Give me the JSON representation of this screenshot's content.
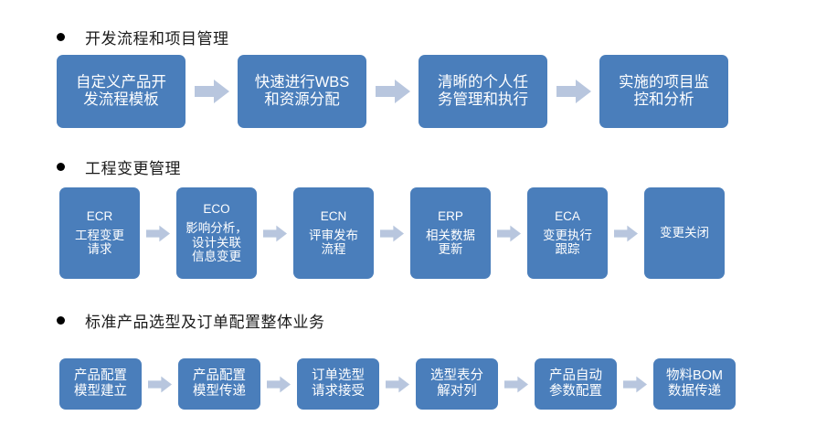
{
  "colors": {
    "node_fill": "#4A7EBB",
    "arrow_fill": "#B8C6DE",
    "heading_text": "#1a1a1a",
    "node_text": "#ffffff",
    "background": "#ffffff"
  },
  "sections": [
    {
      "heading": "开发流程和项目管理",
      "nodes": [
        {
          "lines": [
            "自定义产品开",
            "发流程模板"
          ]
        },
        {
          "lines": [
            "快速进行WBS",
            "和资源分配"
          ]
        },
        {
          "lines": [
            "清晰的个人任",
            "务管理和执行"
          ]
        },
        {
          "lines": [
            "实施的项目监",
            "控和分析"
          ]
        }
      ]
    },
    {
      "heading": "工程变更管理",
      "nodes": [
        {
          "code": "ECR",
          "lines": [
            "工程变更",
            "请求"
          ]
        },
        {
          "code": "ECO",
          "lines": [
            "影响分析，",
            "设计关联",
            "信息变更"
          ]
        },
        {
          "code": "ECN",
          "lines": [
            "评审发布",
            "流程"
          ]
        },
        {
          "code": "ERP",
          "lines": [
            "相关数据",
            "更新"
          ]
        },
        {
          "code": "ECA",
          "lines": [
            "变更执行",
            "跟踪"
          ]
        },
        {
          "code": "",
          "lines": [
            "变更关闭"
          ]
        }
      ]
    },
    {
      "heading": "标准产品选型及订单配置整体业务",
      "nodes": [
        {
          "lines": [
            "产品配置",
            "模型建立"
          ]
        },
        {
          "lines": [
            "产品配置",
            "模型传递"
          ]
        },
        {
          "lines": [
            "订单选型",
            "请求接受"
          ]
        },
        {
          "lines": [
            "选型表分",
            "解对列"
          ]
        },
        {
          "lines": [
            "产品自动",
            "参数配置"
          ]
        },
        {
          "lines": [
            "物料BOM",
            "数据传递"
          ]
        }
      ]
    }
  ],
  "icons": {
    "bullet": "bullet-point-icon",
    "arrow": "arrow-right-icon"
  }
}
